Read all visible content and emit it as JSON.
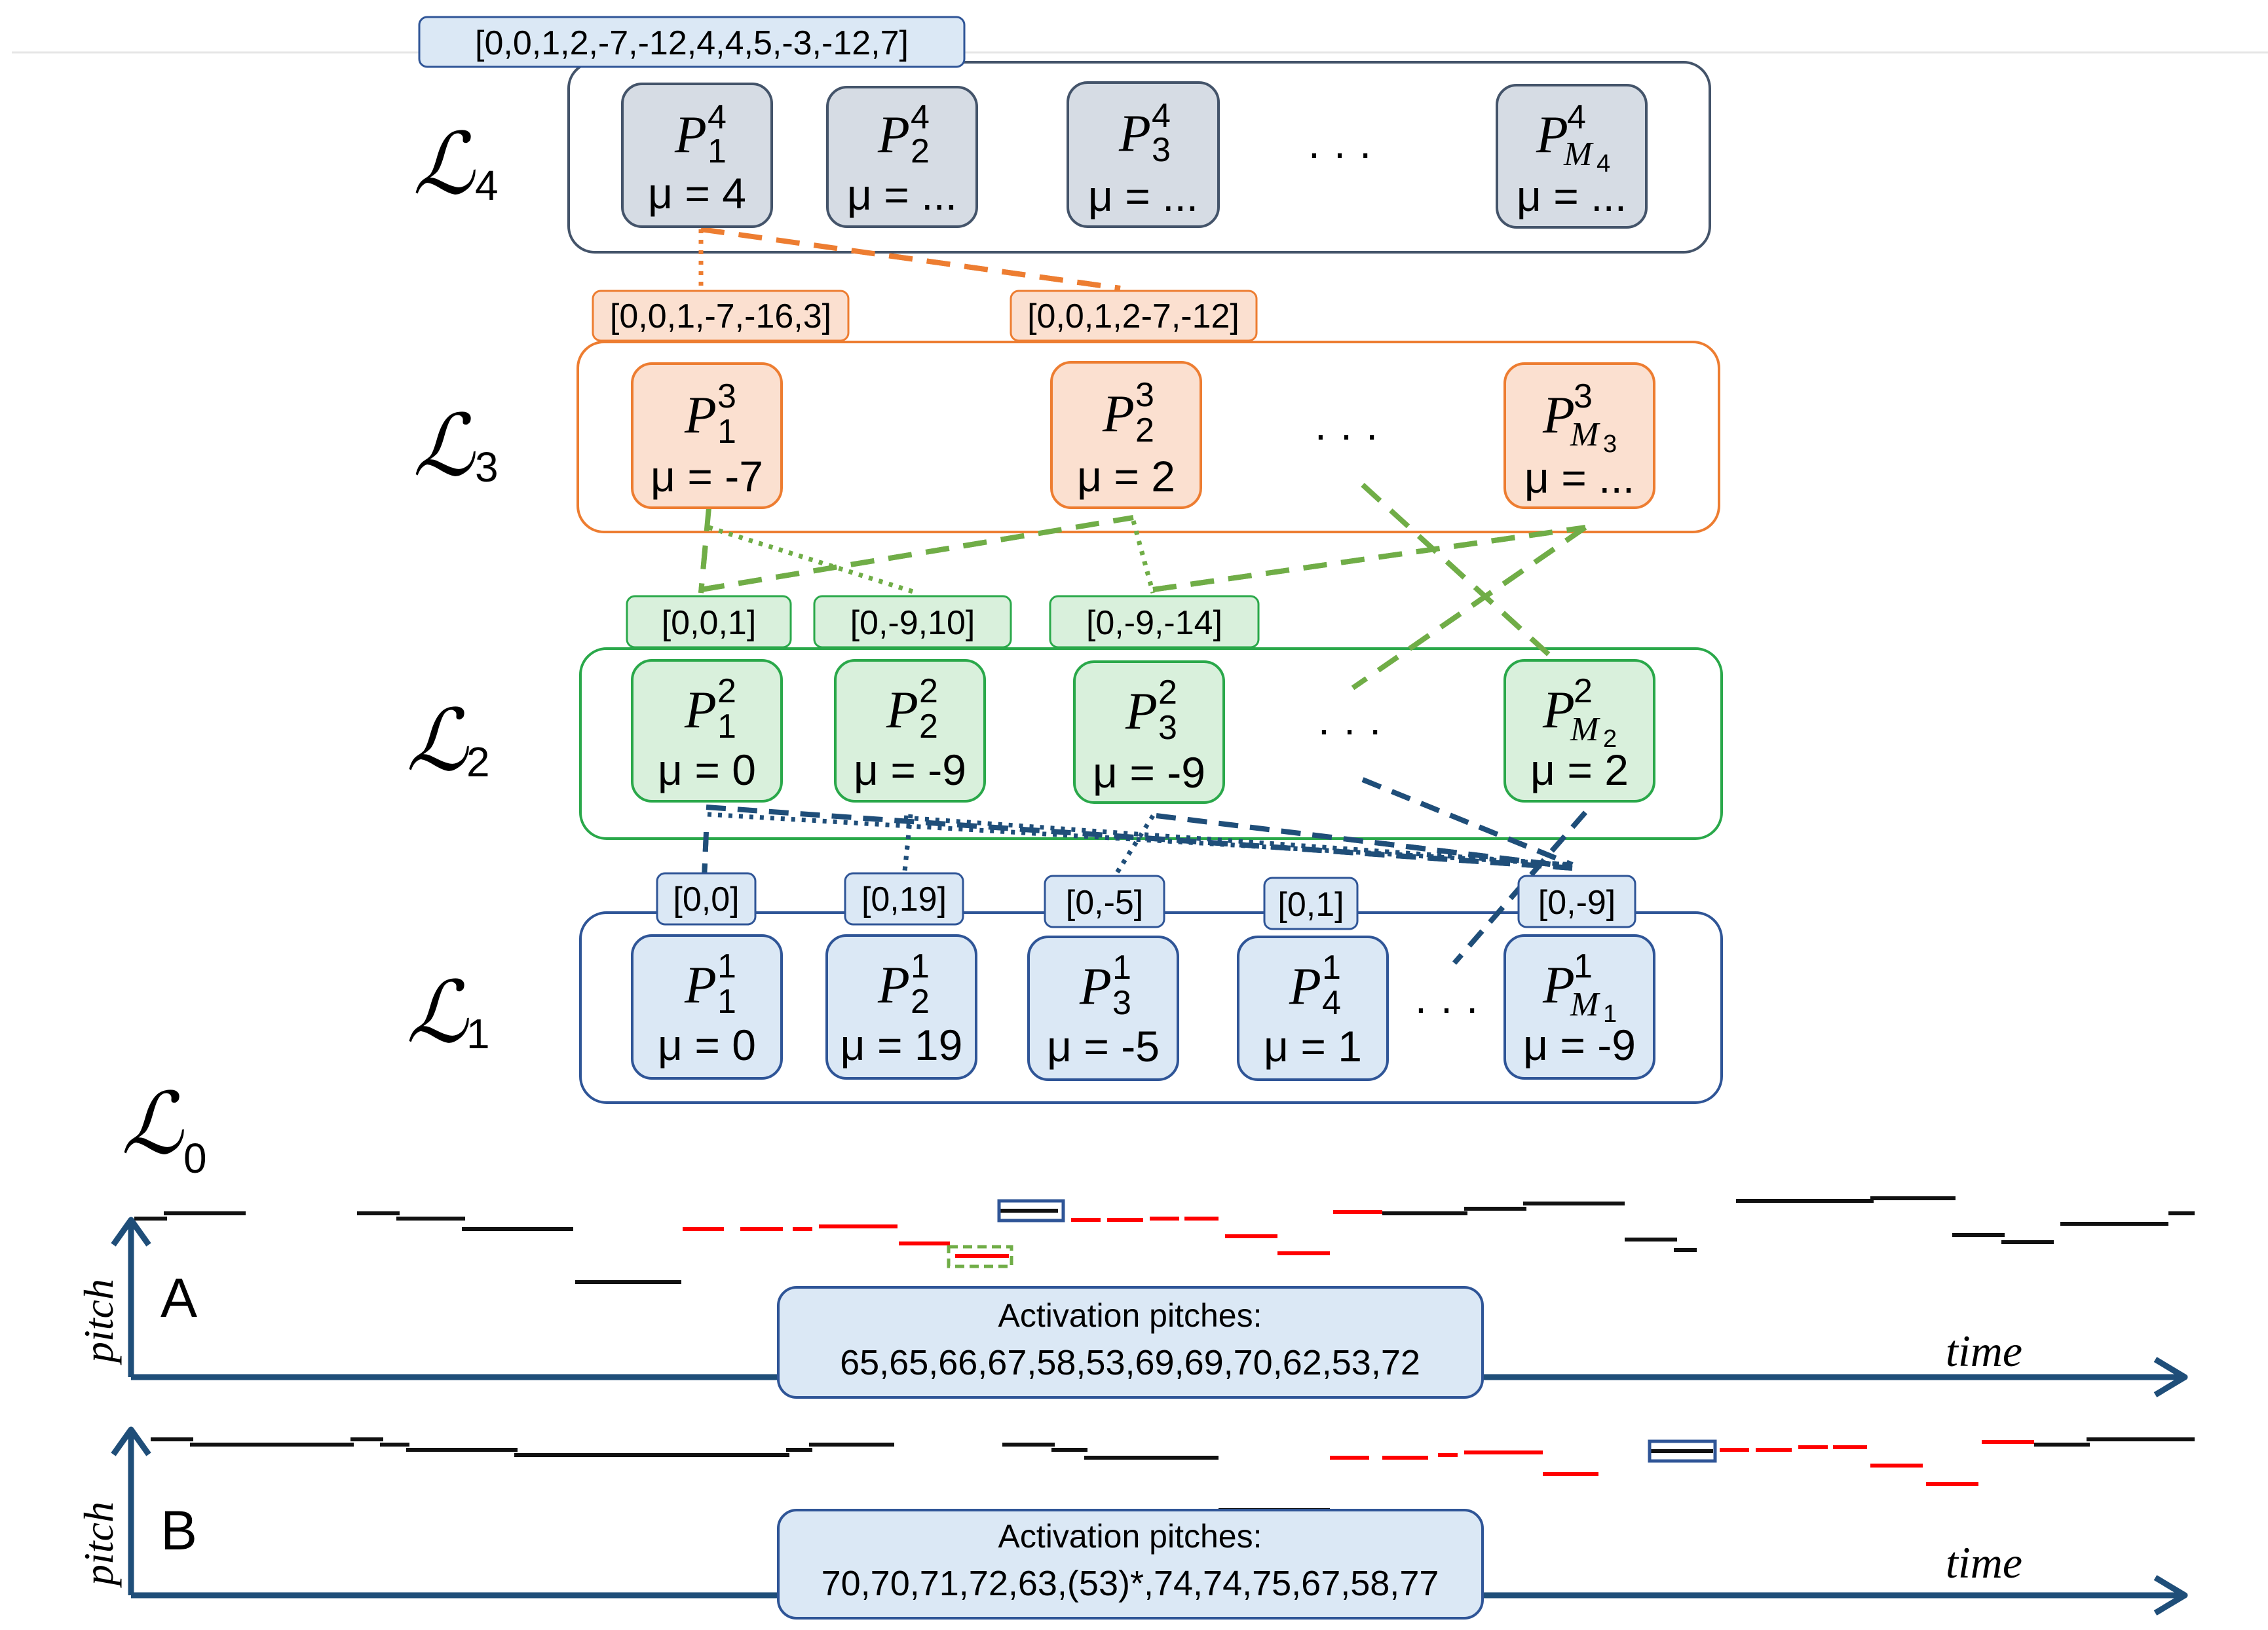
{
  "colors": {
    "gray": {
      "fill": "#d6dce4",
      "stroke": "#44546a"
    },
    "orange": {
      "fill": "#fbe0d0",
      "stroke": "#ed7d31"
    },
    "green": {
      "fill": "#d9f0dc",
      "stroke": "#2aa84a"
    },
    "blue": {
      "fill": "#dbe8f5",
      "stroke": "#2f5597"
    },
    "axis": "#1f4e79",
    "greenLine": "#70ad47",
    "orangeLine": "#ed7d31",
    "blueLine": "#1f4e79",
    "melodyBlack": "#111111",
    "melodyRed": "#ff0000"
  },
  "layers": [
    {
      "id": "L4",
      "letter": "ℒ",
      "index": "4",
      "color": "gray",
      "patterns": [
        {
          "base": "P",
          "sup": "4",
          "sub": "1",
          "mu": "μ = 4"
        },
        {
          "base": "P",
          "sup": "4",
          "sub": "2",
          "mu": "μ = ..."
        },
        {
          "base": "P",
          "sup": "4",
          "sub": "3",
          "mu": "μ = ..."
        },
        {
          "base": "P",
          "sup": "4",
          "sub": "M",
          "subsub": "4",
          "mu": "μ = ..."
        }
      ],
      "ellipsis": "· · ·",
      "intervals": [
        "[0,0,1,2,-7,-12,4,4,5,-3,-12,7]"
      ]
    },
    {
      "id": "L3",
      "letter": "ℒ",
      "index": "3",
      "color": "orange",
      "patterns": [
        {
          "base": "P",
          "sup": "3",
          "sub": "1",
          "mu": "μ = -7"
        },
        {
          "base": "P",
          "sup": "3",
          "sub": "2",
          "mu": "μ = 2"
        },
        {
          "base": "P",
          "sup": "3",
          "sub": "M",
          "subsub": "3",
          "mu": "μ = ..."
        }
      ],
      "ellipsis": "· · ·",
      "intervals": [
        "[0,0,1,-7,-16,3]",
        "[0,0,1,2-7,-12]"
      ]
    },
    {
      "id": "L2",
      "letter": "ℒ",
      "index": "2",
      "color": "green",
      "patterns": [
        {
          "base": "P",
          "sup": "2",
          "sub": "1",
          "mu": "μ = 0"
        },
        {
          "base": "P",
          "sup": "2",
          "sub": "2",
          "mu": "μ = -9"
        },
        {
          "base": "P",
          "sup": "2",
          "sub": "3",
          "mu": "μ = -9"
        },
        {
          "base": "P",
          "sup": "2",
          "sub": "M",
          "subsub": "2",
          "mu": "μ = 2"
        }
      ],
      "ellipsis": "· · ·",
      "intervals": [
        "[0,0,1]",
        "[0,-9,10]",
        "[0,-9,-14]"
      ]
    },
    {
      "id": "L1",
      "letter": "ℒ",
      "index": "1",
      "color": "blue",
      "patterns": [
        {
          "base": "P",
          "sup": "1",
          "sub": "1",
          "mu": "μ = 0"
        },
        {
          "base": "P",
          "sup": "1",
          "sub": "2",
          "mu": "μ = 19"
        },
        {
          "base": "P",
          "sup": "1",
          "sub": "3",
          "mu": "μ = -5"
        },
        {
          "base": "P",
          "sup": "1",
          "sub": "4",
          "mu": "μ = 1"
        },
        {
          "base": "P",
          "sup": "1",
          "sub": "M",
          "subsub": "1",
          "mu": "μ = -9"
        }
      ],
      "ellipsis": "· · ·",
      "intervals": [
        "[0,0]",
        "[0,19]",
        "[0,-5]",
        "[0,1]",
        "[0,-9]"
      ]
    }
  ],
  "layer0": {
    "letter": "ℒ",
    "index": "0"
  },
  "panels": [
    {
      "id": "A",
      "letter": "A",
      "ylabel": "pitch",
      "xlabel": "time",
      "box_title": "Activation pitches:",
      "box_values": "65,65,66,67,58,53,69,69,70,62,53,72"
    },
    {
      "id": "B",
      "letter": "B",
      "ylabel": "pitch",
      "xlabel": "time",
      "box_title": "Activation pitches:",
      "box_values": "70,70,71,72,63,(53)*,74,74,75,67,58,77"
    }
  ]
}
